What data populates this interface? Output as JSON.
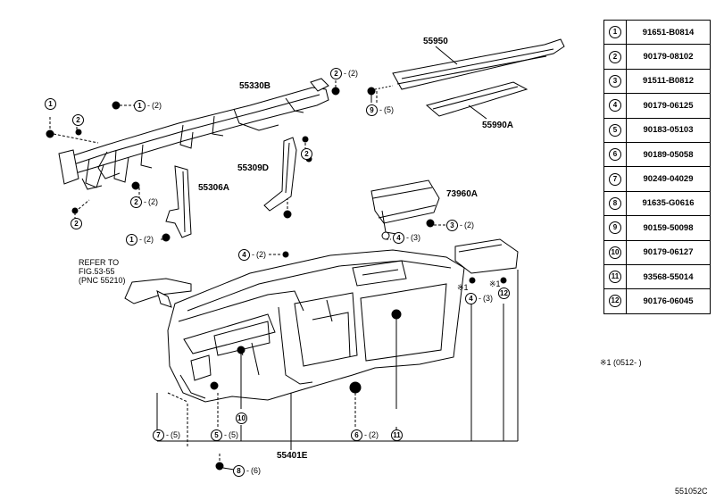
{
  "labels": {
    "p55950": "55950",
    "p55990a": "55990A",
    "p55330b": "55330B",
    "p55309d": "55309D",
    "p55306a": "55306A",
    "p73960a": "73960A",
    "p55401e": "55401E"
  },
  "callouts": {
    "c1a": {
      "num": "1",
      "qty": "(2)"
    },
    "c1b": {
      "num": "1",
      "qty": "(2)"
    },
    "c2a": {
      "num": "2",
      "qty": "(2)"
    },
    "c2b": {
      "num": "2",
      "qty": "(2)"
    },
    "c2c": {
      "num": "2",
      "qty": ""
    },
    "c2d": {
      "num": "2",
      "qty": ""
    },
    "c2e": {
      "num": "2",
      "qty": ""
    },
    "c3": {
      "num": "3",
      "qty": "(2)"
    },
    "c4a": {
      "num": "4",
      "qty": "(3)"
    },
    "c4b": {
      "num": "4",
      "qty": "(2)"
    },
    "c4c": {
      "num": "4",
      "qty": "(3)"
    },
    "c5": {
      "num": "5",
      "qty": "(5)"
    },
    "c6": {
      "num": "6",
      "qty": "(2)"
    },
    "c7": {
      "num": "7",
      "qty": "(5)"
    },
    "c8": {
      "num": "8",
      "qty": "(6)"
    },
    "c9": {
      "num": "9",
      "qty": "(5)"
    },
    "c10": {
      "num": "10",
      "qty": ""
    },
    "c11": {
      "num": "11",
      "qty": ""
    },
    "c12": {
      "num": "12",
      "qty": ""
    }
  },
  "refer": {
    "line1": "REFER TO",
    "line2": "FIG.53-55",
    "line3": "(PNC 55210)"
  },
  "notes": {
    "x1a": "※1",
    "x1b": "※1",
    "range": "※1 (0512-      )"
  },
  "diagram_id": "551052C",
  "parts_table": [
    {
      "num": "1",
      "pn": "91651-B0814"
    },
    {
      "num": "2",
      "pn": "90179-08102"
    },
    {
      "num": "3",
      "pn": "91511-B0812"
    },
    {
      "num": "4",
      "pn": "90179-06125"
    },
    {
      "num": "5",
      "pn": "90183-05103"
    },
    {
      "num": "6",
      "pn": "90189-05058"
    },
    {
      "num": "7",
      "pn": "90249-04029"
    },
    {
      "num": "8",
      "pn": "91635-G0616"
    },
    {
      "num": "9",
      "pn": "90159-50098"
    },
    {
      "num": "10",
      "pn": "90179-06127"
    },
    {
      "num": "11",
      "pn": "93568-55014"
    },
    {
      "num": "12",
      "pn": "90176-06045"
    }
  ]
}
